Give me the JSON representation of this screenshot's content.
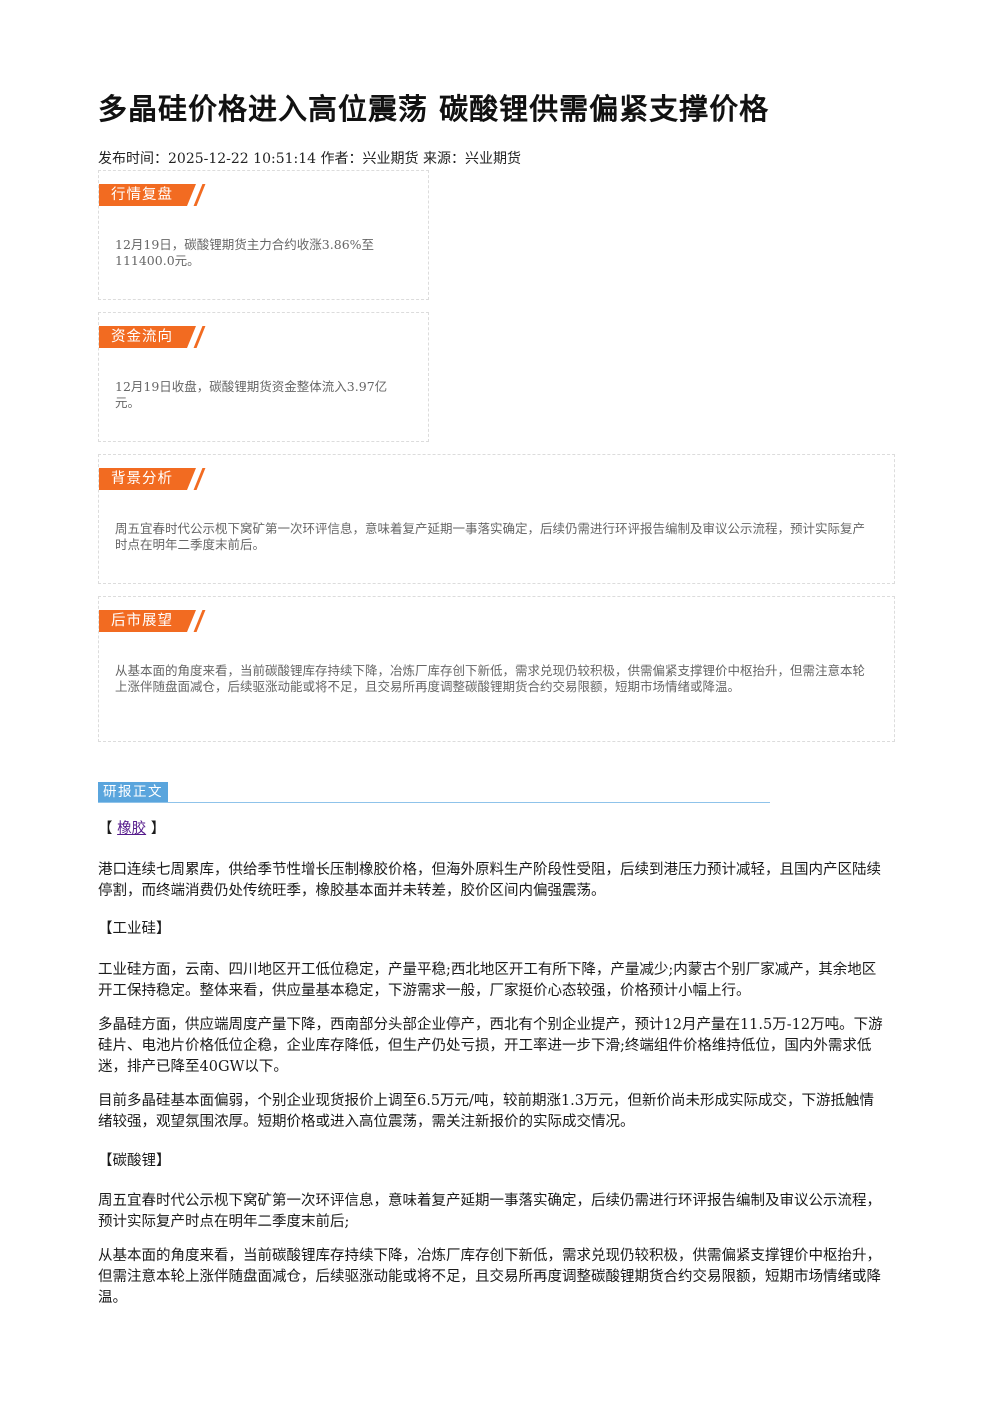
{
  "article": {
    "title": "多晶硅价格进入高位震荡 碳酸锂供需偏紧支撑价格",
    "meta": "发布时间：2025-12-22 10:51:14 作者：兴业期货 来源：兴业期货"
  },
  "sections": {
    "market_review": {
      "tag": "行情复盘",
      "text": "12月19日，碳酸锂期货主力合约收涨3.86%至111400.0元。"
    },
    "fund_flow": {
      "tag": "资金流向",
      "text": "12月19日收盘，碳酸锂期货资金整体流入3.97亿元。"
    },
    "background": {
      "tag": "背景分析",
      "text": "周五宜春时代公示枧下窝矿第一次环评信息，意味着复产延期一事落实确定，后续仍需进行环评报告编制及审议公示流程，预计实际复产时点在明年二季度末前后。"
    },
    "outlook": {
      "tag": "后市展望",
      "text": "从基本面的角度来看，当前碳酸锂库存持续下降，冶炼厂库存创下新低，需求兑现仍较积极，供需偏紧支撑锂价中枢抬升，但需注意本轮上涨伴随盘面减仓，后续驱涨动能或将不足，且交易所再度调整碳酸锂期货合约交易限额，短期市场情绪或降温。"
    }
  },
  "report": {
    "heading": "研报正文",
    "rubber": {
      "bracket_open": "【",
      "link_label": "橡胶",
      "bracket_close": "】",
      "text": "港口连续七周累库，供给季节性增长压制橡胶价格，但海外原料生产阶段性受阻，后续到港压力预计减轻，且国内产区陆续停割，而终端消费仍处传统旺季，橡胶基本面并未转差，胶价区间内偏强震荡。"
    },
    "silicon": {
      "heading": "【工业硅】",
      "p1": "工业硅方面，云南、四川地区开工低位稳定，产量平稳;西北地区开工有所下降，产量减少;内蒙古个别厂家减产，其余地区开工保持稳定。整体来看，供应量基本稳定，下游需求一般，厂家挺价心态较强，价格预计小幅上行。",
      "p2": "多晶硅方面，供应端周度产量下降，西南部分头部企业停产，西北有个别企业提产，预计12月产量在11.5万-12万吨。下游硅片、电池片价格低位企稳，企业库存降低，但生产仍处亏损，开工率进一步下滑;终端组件价格维持低位，国内外需求低迷，排产已降至40GW以下。",
      "p3": "目前多晶硅基本面偏弱，个别企业现货报价上调至6.5万元/吨，较前期涨1.3万元，但新价尚未形成实际成交，下游抵触情绪较强，观望氛围浓厚。短期价格或进入高位震荡，需关注新报价的实际成交情况。"
    },
    "lithium": {
      "heading": "【碳酸锂】",
      "p1": "周五宜春时代公示枧下窝矿第一次环评信息，意味着复产延期一事落实确定，后续仍需进行环评报告编制及审议公示流程，预计实际复产时点在明年二季度末前后;",
      "p2": "从基本面的角度来看，当前碳酸锂库存持续下降，冶炼厂库存创下新低，需求兑现仍较积极，供需偏紧支撑锂价中枢抬升，但需注意本轮上涨伴随盘面减仓，后续驱涨动能或将不足，且交易所再度调整碳酸锂期货合约交易限额，短期市场情绪或降温。"
    }
  }
}
